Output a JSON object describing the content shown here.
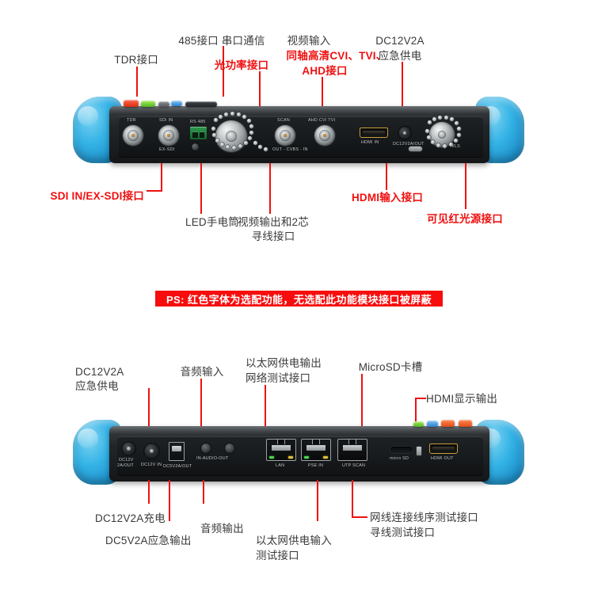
{
  "page": {
    "accent_red": "#f01010",
    "text_gray": "#3a3a3a",
    "banner_bg": "#f70d0d",
    "banner_fg": "#ffffff"
  },
  "note_banner": {
    "text": "PS: 红色字体为选配功能，无选配此功能模块接口被屏蔽"
  },
  "top_view": {
    "caption_above": [
      {
        "id": "tdr",
        "text": "TDR接口",
        "red": true
      },
      {
        "id": "rs485",
        "text": "485接口 串口通信",
        "red": false
      },
      {
        "id": "optical",
        "text": "光功率接口",
        "red": true
      },
      {
        "id": "video_in",
        "text": "视频输入",
        "red": false
      },
      {
        "id": "coax_hd",
        "text": "同轴高清CVI、TVI、",
        "red": true
      },
      {
        "id": "ahd",
        "text": "AHD接口",
        "red": true
      },
      {
        "id": "dc12v2a",
        "text": "DC12V2A",
        "red": false
      },
      {
        "id": "emergency",
        "text": "应急供电",
        "red": false
      }
    ],
    "caption_below": [
      {
        "id": "sdi",
        "text": "SDI IN/EX-SDI接口",
        "red": true
      },
      {
        "id": "led_torch",
        "text": "LED手电筒",
        "red": false
      },
      {
        "id": "video_out",
        "text": "视频输出和2芯",
        "red": false
      },
      {
        "id": "video_out2",
        "text": "寻线接口",
        "red": false
      },
      {
        "id": "hdmi_in",
        "text": "HDMI输入接口",
        "red": true
      },
      {
        "id": "red_laser",
        "text": "可见红光源接口",
        "red": true
      }
    ],
    "port_silkscreen": [
      {
        "id": "tdr",
        "text": "TDR"
      },
      {
        "id": "sdi_in",
        "text": "SDI IN"
      },
      {
        "id": "ex_sdi",
        "text": "EX-SDI"
      },
      {
        "id": "rs485",
        "text": "RS 485"
      },
      {
        "id": "scan",
        "text": "SCAN"
      },
      {
        "id": "ahd",
        "text": "AHD CVI TVI"
      },
      {
        "id": "cvbs",
        "text": "OUT - CVBS - IN"
      },
      {
        "id": "hdmi_in",
        "text": "HDMI IN"
      },
      {
        "id": "dc_out",
        "text": "DC12V2A/OUT"
      },
      {
        "id": "vls",
        "text": "VLS"
      }
    ]
  },
  "bottom_view": {
    "caption_above": [
      {
        "id": "dc12v2a",
        "text": "DC12V2A",
        "red": false
      },
      {
        "id": "emergency",
        "text": "应急供电",
        "red": false
      },
      {
        "id": "audio_in",
        "text": "音频输入",
        "red": false
      },
      {
        "id": "poe_out",
        "text": "以太网供电输出",
        "red": false
      },
      {
        "id": "net_test",
        "text": "网络测试接口",
        "red": false
      },
      {
        "id": "microsd",
        "text": "MicroSD卡槽",
        "red": false
      },
      {
        "id": "hdmi_out",
        "text": "HDMI显示输出",
        "red": false
      }
    ],
    "caption_below": [
      {
        "id": "dc_charge",
        "text": "DC12V2A充电",
        "red": false
      },
      {
        "id": "dc5v_out",
        "text": "DC5V2A应急输出",
        "red": false
      },
      {
        "id": "audio_out",
        "text": "音频输出",
        "red": false
      },
      {
        "id": "poe_in",
        "text": "以太网供电输入",
        "red": false
      },
      {
        "id": "poe_in2",
        "text": "测试接口",
        "red": false
      },
      {
        "id": "wiremap",
        "text": "网线连接线序测试接口",
        "red": false
      },
      {
        "id": "tracer",
        "text": "寻线测试接口",
        "red": false
      }
    ],
    "port_silkscreen": [
      {
        "id": "dc12v_out",
        "text": "DC12V"
      },
      {
        "id": "dc12v_out2",
        "text": "2A/OUT"
      },
      {
        "id": "dc12v_in",
        "text": "DC12V IN"
      },
      {
        "id": "dc5v",
        "text": "DC5V2A/OUT"
      },
      {
        "id": "audio",
        "text": "IN-AUDIO-OUT"
      },
      {
        "id": "lan",
        "text": "LAN"
      },
      {
        "id": "pse_in",
        "text": "PSE IN"
      },
      {
        "id": "utp_scan",
        "text": "UTP SCAN"
      },
      {
        "id": "micro_sd",
        "text": "micro SD"
      },
      {
        "id": "hdmi_out",
        "text": "HDMI OUT"
      }
    ]
  }
}
